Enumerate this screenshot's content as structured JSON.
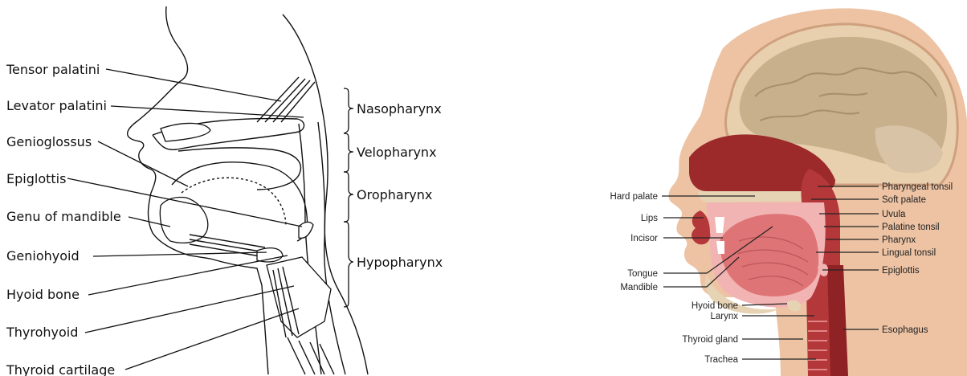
{
  "left_diagram": {
    "labels": [
      "Tensor palatini",
      "Levator palatini",
      "Genioglossus",
      "Epiglottis",
      "Genu of mandible",
      "Geniohyoid",
      "Hyoid bone",
      "Thyrohyoid",
      "Thyroid cartilage"
    ],
    "regions": [
      "Nasopharynx",
      "Velopharynx",
      "Oropharynx",
      "Hypopharynx"
    ]
  },
  "right_diagram": {
    "left_labels": [
      "Hard palate",
      "Lips",
      "Incisor",
      "Tongue",
      "Mandible",
      "Hyoid bone",
      "Larynx",
      "Thyroid gland",
      "Trachea"
    ],
    "right_labels": [
      "Pharyngeal tonsil",
      "Soft palate",
      "Uvula",
      "Palatine tonsil",
      "Pharynx",
      "Lingual tonsil",
      "Epiglottis",
      "Esophagus"
    ]
  }
}
